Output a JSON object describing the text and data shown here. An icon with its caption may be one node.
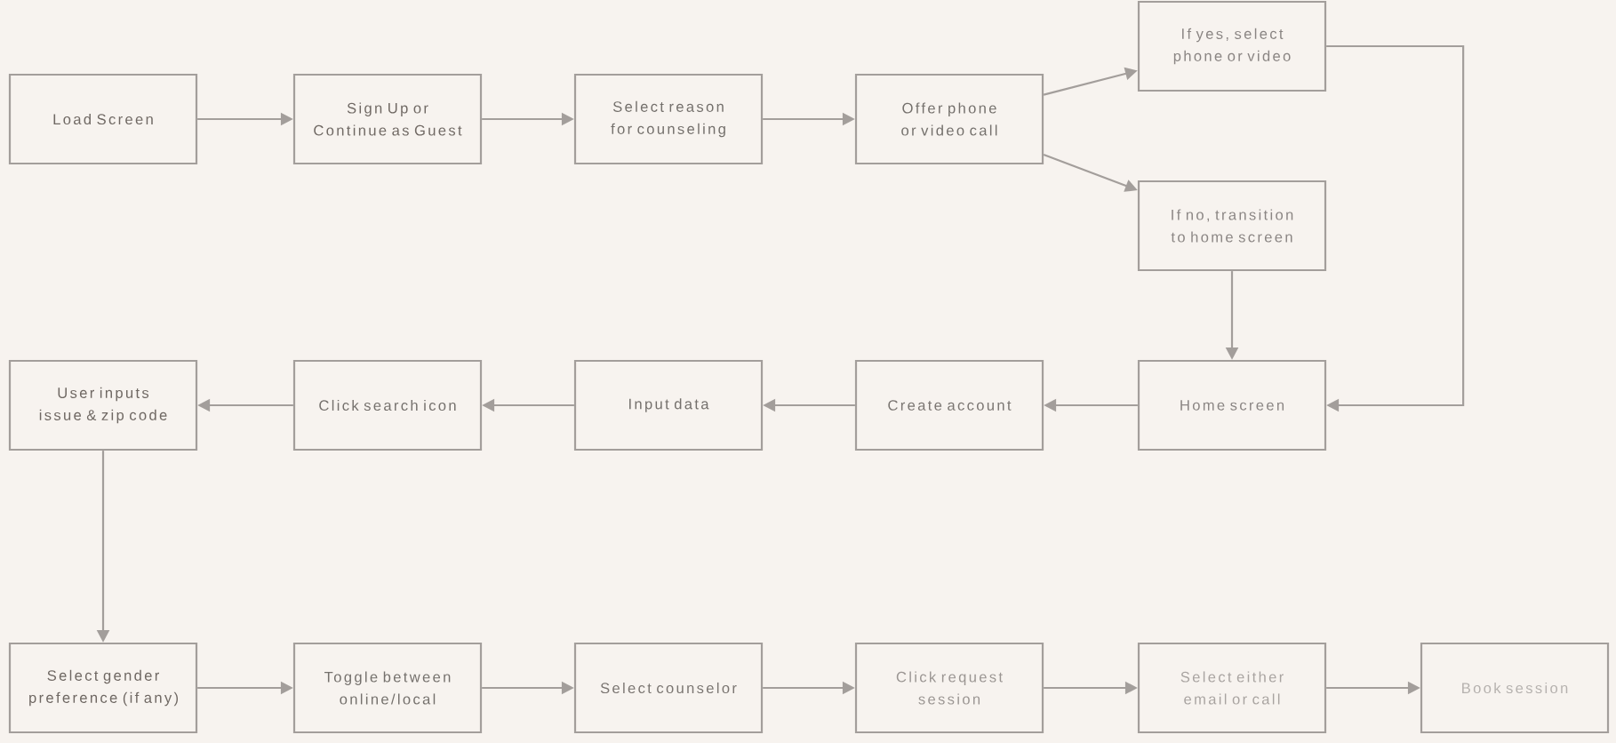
{
  "diagram": {
    "nodes": [
      {
        "text": [
          "Load Screen"
        ]
      },
      {
        "text": [
          "Sign Up or Continue as Guest"
        ]
      },
      {
        "text": [
          "Select reason for counseling"
        ]
      },
      {
        "text": [
          "Offer phone or video call"
        ]
      },
      {
        "text": [
          "If yes, select phone or video"
        ]
      },
      {
        "text": [
          "If no, transition to home screen"
        ]
      },
      {
        "text": [
          "Home screen"
        ]
      },
      {
        "text": [
          "Create account"
        ]
      },
      {
        "text": [
          "Input data"
        ]
      },
      {
        "text": [
          "Click search icon"
        ]
      },
      {
        "text": [
          "User inputs issue & zip code"
        ]
      },
      {
        "text": [
          "Select gender preference (if any)"
        ]
      },
      {
        "text": [
          "Toggle between online/local"
        ]
      },
      {
        "text": [
          "Select counselor"
        ]
      },
      {
        "text": [
          "Click request session"
        ]
      },
      {
        "text": [
          "Select either email or call"
        ]
      },
      {
        "text": [
          "Book session"
        ]
      }
    ],
    "edges": [
      {
        "from": 0,
        "to": 1,
        "arrow": "to"
      },
      {
        "from": 1,
        "to": 2,
        "arrow": "to"
      },
      {
        "from": 2,
        "to": 3,
        "arrow": "to"
      },
      {
        "from": 3,
        "to": 4,
        "arrow": "to"
      },
      {
        "from": 3,
        "to": 5,
        "arrow": "to"
      },
      {
        "from": 4,
        "to": 6,
        "arrow": "to"
      },
      {
        "from": 5,
        "to": 6,
        "arrow": "to"
      },
      {
        "from": 6,
        "to": 7,
        "arrow": "to"
      },
      {
        "from": 7,
        "to": 8,
        "arrow": "to"
      },
      {
        "from": 8,
        "to": 9,
        "arrow": "to"
      },
      {
        "from": 9,
        "to": 10,
        "arrow": "to"
      },
      {
        "from": 10,
        "to": 11,
        "arrow": "to"
      },
      {
        "from": 11,
        "to": 12,
        "arrow": "to"
      },
      {
        "from": 12,
        "to": 13,
        "arrow": "to"
      },
      {
        "from": 13,
        "to": 14,
        "arrow": "to"
      },
      {
        "from": 14,
        "to": 15,
        "arrow": "to"
      },
      {
        "from": 15,
        "to": 16,
        "arrow": "to"
      }
    ]
  }
}
